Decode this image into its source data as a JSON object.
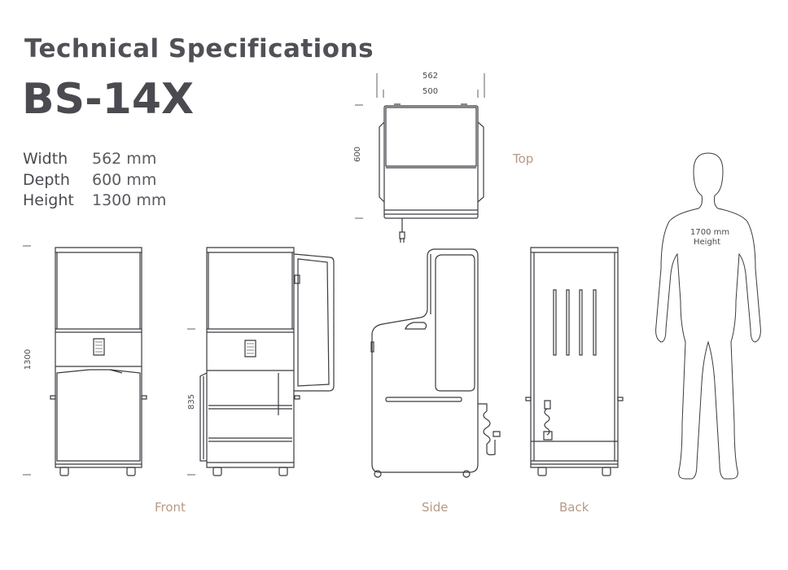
{
  "header": {
    "title": "Technical Specifications",
    "model": "BS-14X"
  },
  "specs": [
    {
      "label": "Width",
      "value": "562 mm"
    },
    {
      "label": "Depth",
      "value": "600 mm"
    },
    {
      "label": "Height",
      "value": "1300 mm"
    }
  ],
  "views": {
    "top": "Top",
    "front": "Front",
    "side": "Side",
    "back": "Back"
  },
  "dimensions": {
    "top_width_outer": "562",
    "top_width_inner": "500",
    "top_depth": "600",
    "front_height": "1300",
    "door_height": "835",
    "person_height": "1700 mm",
    "person_height_label": "Height"
  }
}
